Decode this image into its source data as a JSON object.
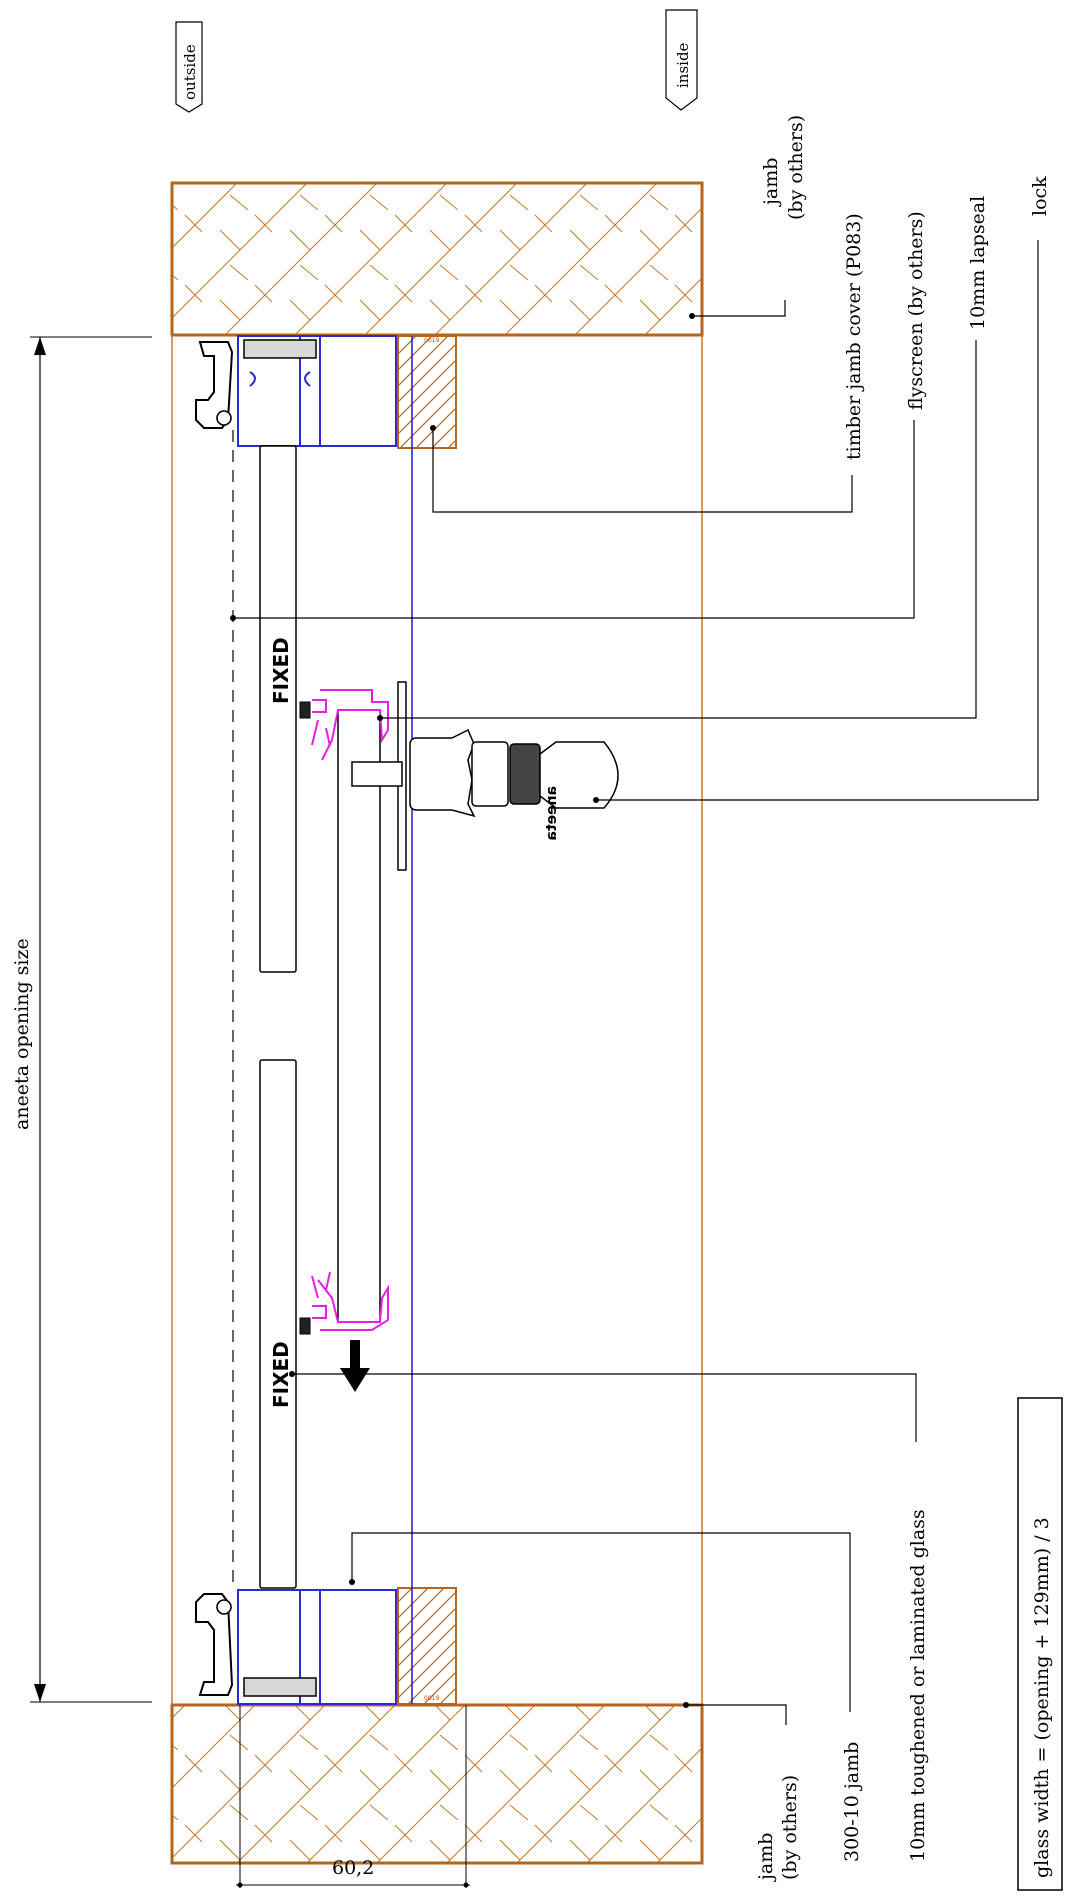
{
  "orientation": {
    "outside": "outside",
    "inside": "inside"
  },
  "dimensions": {
    "opening": "aneeta opening size",
    "width_value": "60,2"
  },
  "state_labels": {
    "upper_pane": "FIXED",
    "lower_pane": "FIXED"
  },
  "callouts": {
    "jamb_top_line1": "jamb",
    "jamb_top_line2": "(by others)",
    "timber_cover": "timber jamb cover (P083)",
    "flyscreen": "flyscreen (by others)",
    "lapseal": "10mm lapseal",
    "lock": "lock",
    "glass": "10mm toughened or laminated glass",
    "jamb_profile": "300-10 jamb",
    "jamb_bottom_line1": "jamb",
    "jamb_bottom_line2": "(by others)"
  },
  "formula": "glass width = (opening + 129mm) / 3",
  "key_brand": "aneeta",
  "part_code": "0019",
  "colors": {
    "masonry": "#b5651d",
    "frame_profile": "#2a2ad0",
    "sash_seal": "#e61ee6",
    "glass_line": "#1a1acc",
    "ink": "#000000"
  }
}
